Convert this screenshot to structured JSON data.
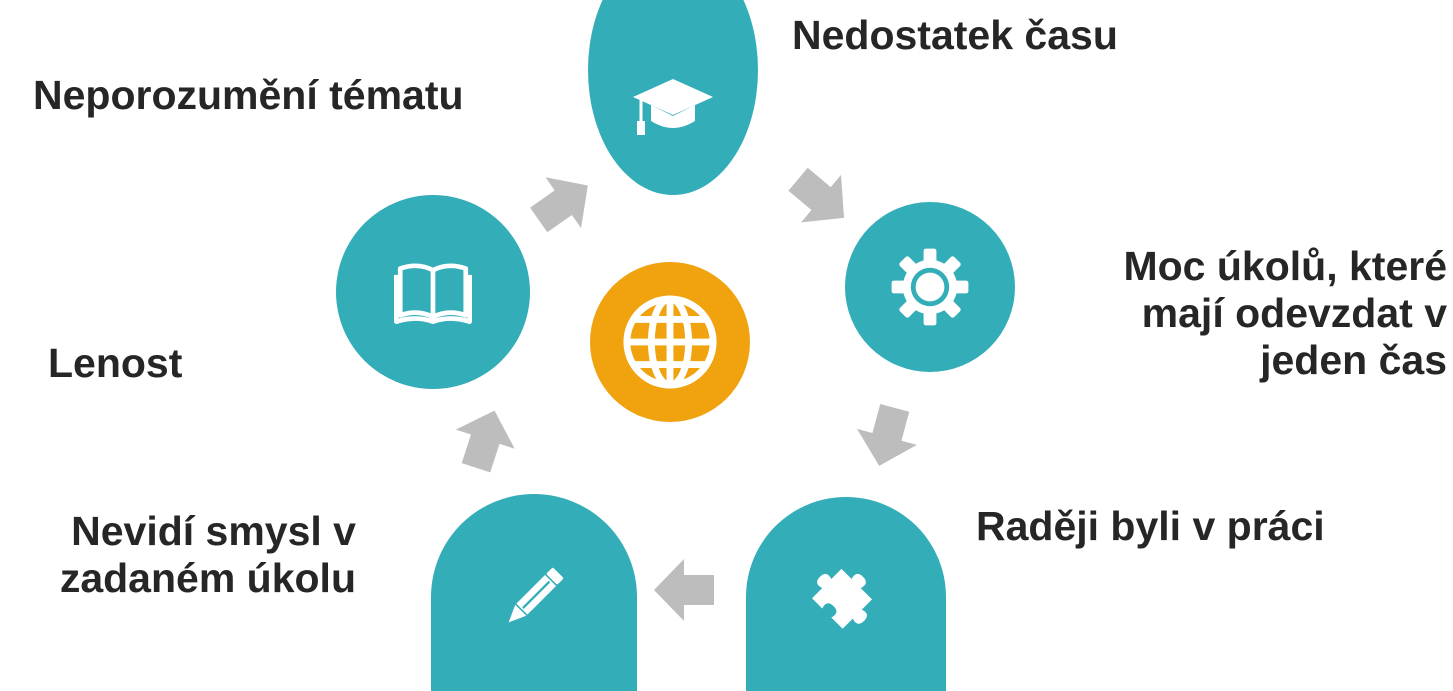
{
  "diagram": {
    "center": {
      "icon": "globe-icon",
      "color": "#f0a30f"
    },
    "node_color": "#33adb7",
    "arrow_color": "#bdbdbd",
    "nodes": [
      {
        "icon": "graduation-cap-icon",
        "label": "Nedostatek času"
      },
      {
        "icon": "gear-icon",
        "label_lines": [
          "Moc úkolů, které",
          "mají odevzdat v",
          "jeden čas"
        ]
      },
      {
        "icon": "puzzle-piece-icon",
        "label": "Raději byli v práci"
      },
      {
        "icon": "pencil-icon",
        "label_lines": [
          "Nevidí smysl v",
          "zadaném úkolu"
        ]
      },
      {
        "icon": "book-icon",
        "label": "Lenost"
      }
    ],
    "extra_label": "Neporozumění tématu"
  }
}
